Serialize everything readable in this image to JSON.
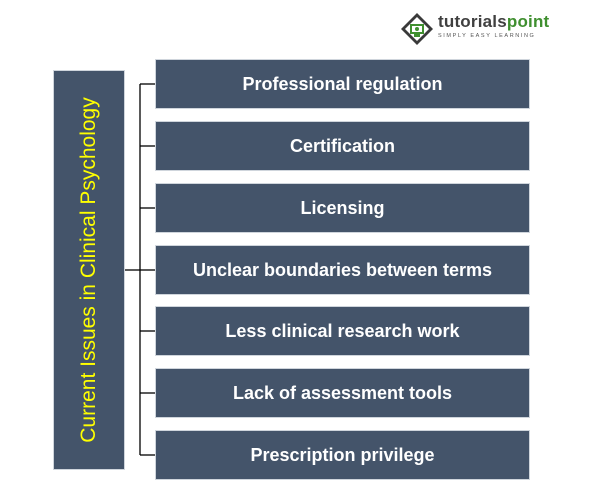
{
  "logo": {
    "name_prefix": "tutorials",
    "name_suffix": "point",
    "tagline": "SIMPLY EASY LEARNING",
    "colors": {
      "green": "#3f8f2f",
      "dark": "#404040"
    }
  },
  "diagram": {
    "title": "Current Issues in Clinical Psychology",
    "items": [
      "Professional regulation",
      "Certification",
      "Licensing",
      "Unclear boundaries between terms",
      "Less clinical research work",
      "Lack of assessment tools",
      "Prescription privilege"
    ],
    "colors": {
      "box_fill": "#44546a",
      "title_text": "#ffff00",
      "item_text": "#ffffff",
      "connector": "#000000"
    }
  }
}
